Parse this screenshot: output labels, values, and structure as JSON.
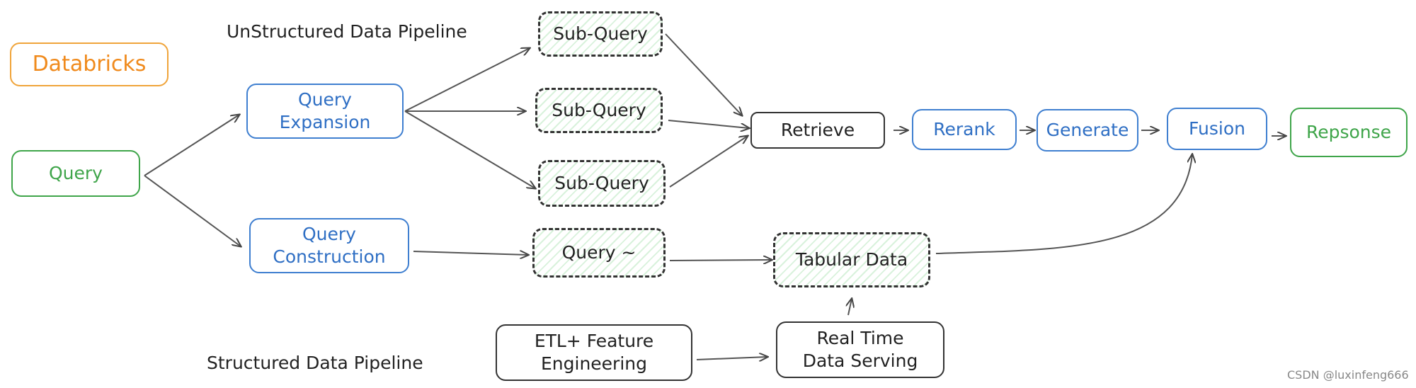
{
  "logo": "Databricks",
  "section_labels": {
    "unstructured": "UnStructured Data Pipeline",
    "structured": "Structured Data Pipeline"
  },
  "nodes": {
    "query": "Query",
    "query_expansion": "Query\nExpansion",
    "query_construction": "Query\nConstruction",
    "sub_query_1": "Sub-Query",
    "sub_query_2": "Sub-Query",
    "sub_query_3": "Sub-Query",
    "query_tilde": "Query ~",
    "retrieve": "Retrieve",
    "rerank": "Rerank",
    "generate": "Generate",
    "fusion": "Fusion",
    "response": "Repsonse",
    "tabular_data": "Tabular Data",
    "etl": "ETL+ Feature\nEngineering",
    "real_time": "Real Time\nData Serving"
  },
  "watermark": "CSDN @luxinfeng666",
  "colors": {
    "orange": "#f08a1c",
    "green": "#3fa54a",
    "blue": "#2f6fc4",
    "dark": "#222222",
    "hatch": "#d9f2dc"
  }
}
